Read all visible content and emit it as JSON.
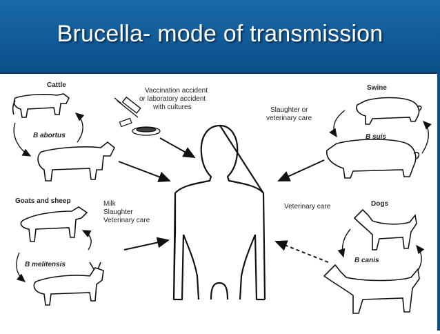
{
  "slide": {
    "title": "Brucella- mode of transmission"
  },
  "diagram": {
    "groups": [
      {
        "animal": "Cattle",
        "species": "B abortus"
      },
      {
        "animal": "Swine",
        "species": "B suis"
      },
      {
        "animal": "Goats and sheep",
        "species": "B melitensis"
      },
      {
        "animal": "Dogs",
        "species": "B canis"
      }
    ],
    "routes": {
      "lab_line1": "Vaccination accident",
      "lab_line2": "or laboratory accident",
      "lab_line3": "with cultures",
      "swine_line1": "Slaughter or",
      "swine_line2": "veterinary care",
      "goat_line1": "Milk",
      "goat_line2": "Slaughter",
      "goat_line3": "Veterinary care",
      "dog_line1": "Veterinary care"
    }
  }
}
